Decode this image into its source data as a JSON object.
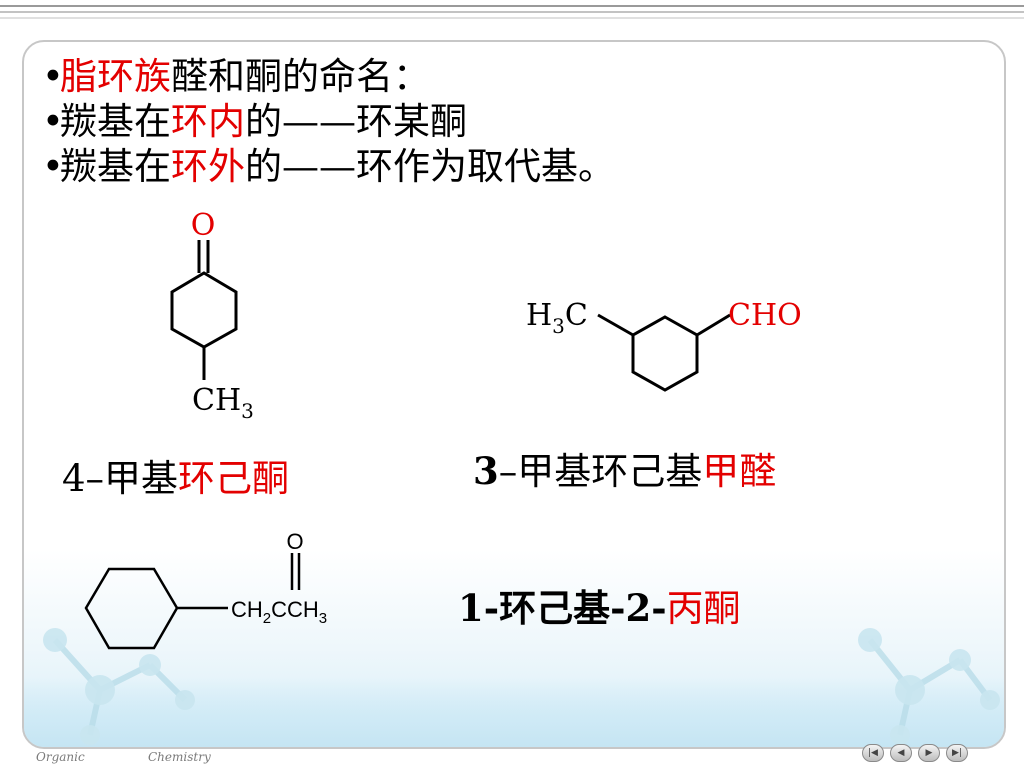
{
  "bullets": [
    {
      "parts": [
        {
          "text": "脂环族",
          "color": "red"
        },
        {
          "text": "醛和酮的命名：",
          "color": "black"
        }
      ]
    },
    {
      "parts": [
        {
          "text": "羰基在",
          "color": "black"
        },
        {
          "text": "环内",
          "color": "red"
        },
        {
          "text": "的——环某酮",
          "color": "black"
        }
      ]
    },
    {
      "parts": [
        {
          "text": "羰基在",
          "color": "black"
        },
        {
          "text": "环外",
          "color": "red"
        },
        {
          "text": "的——环作为取代基。",
          "color": "black"
        }
      ]
    }
  ],
  "molecules": {
    "ketone": {
      "oxygen": "O",
      "methyl": "CH",
      "methyl_sub": "3"
    },
    "aldehyde": {
      "left_group": "H",
      "left_sub": "3",
      "left_tail": "C",
      "right_group": "CHO"
    },
    "acetone": {
      "oxygen": "O",
      "chain": [
        "CH",
        "2",
        "CCH",
        "3"
      ]
    }
  },
  "names": {
    "n1": {
      "prefix": "4–甲基",
      "red": "环己酮"
    },
    "n2": {
      "number": "3",
      "prefix": "–甲基环己基",
      "red": "甲醛"
    },
    "n3": {
      "prefix": "1-环己基-2-",
      "red": "丙酮"
    }
  },
  "footer": {
    "left": "Organic",
    "right": "Chemistry"
  },
  "nav_buttons": [
    "|◀",
    "◀",
    "▶",
    "▶|"
  ],
  "colors": {
    "accent_red": "#e30000",
    "frame": "#c7c7c7",
    "band": "#cfeaf6"
  }
}
